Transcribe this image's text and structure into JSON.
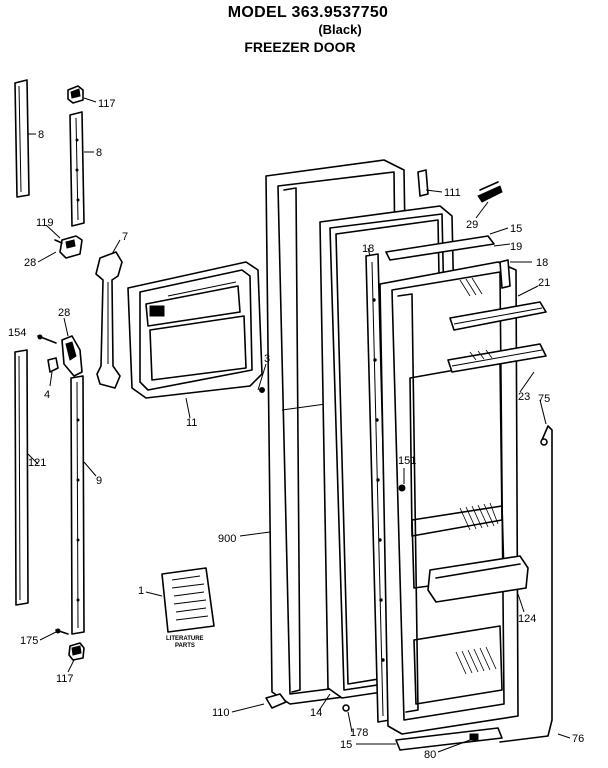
{
  "header": {
    "model": "MODEL 363.9537750",
    "variant": "(Black)",
    "section": "FREEZER DOOR"
  },
  "booklet": {
    "line1": "LITERATURE",
    "line2": "PARTS"
  },
  "callouts": {
    "p8_top": "8",
    "p117_top": "117",
    "p8_mid": "8",
    "p119": "119",
    "p28_upper": "28",
    "p7": "7",
    "p154": "154",
    "p28_lower": "28",
    "p4": "4",
    "p3": "3",
    "p11": "11",
    "p121": "121",
    "p9": "9",
    "p1": "1",
    "p175": "175",
    "p117_bot": "117",
    "p900": "900",
    "p110": "110",
    "p14": "14",
    "p178": "178",
    "p15_bot": "15",
    "p80": "80",
    "p76": "76",
    "p111": "111",
    "p29": "29",
    "p15_top": "15",
    "p18_mid": "18",
    "p19": "19",
    "p18_right": "18",
    "p21": "21",
    "p151": "151",
    "p23": "23",
    "p75": "75",
    "p124": "124"
  }
}
